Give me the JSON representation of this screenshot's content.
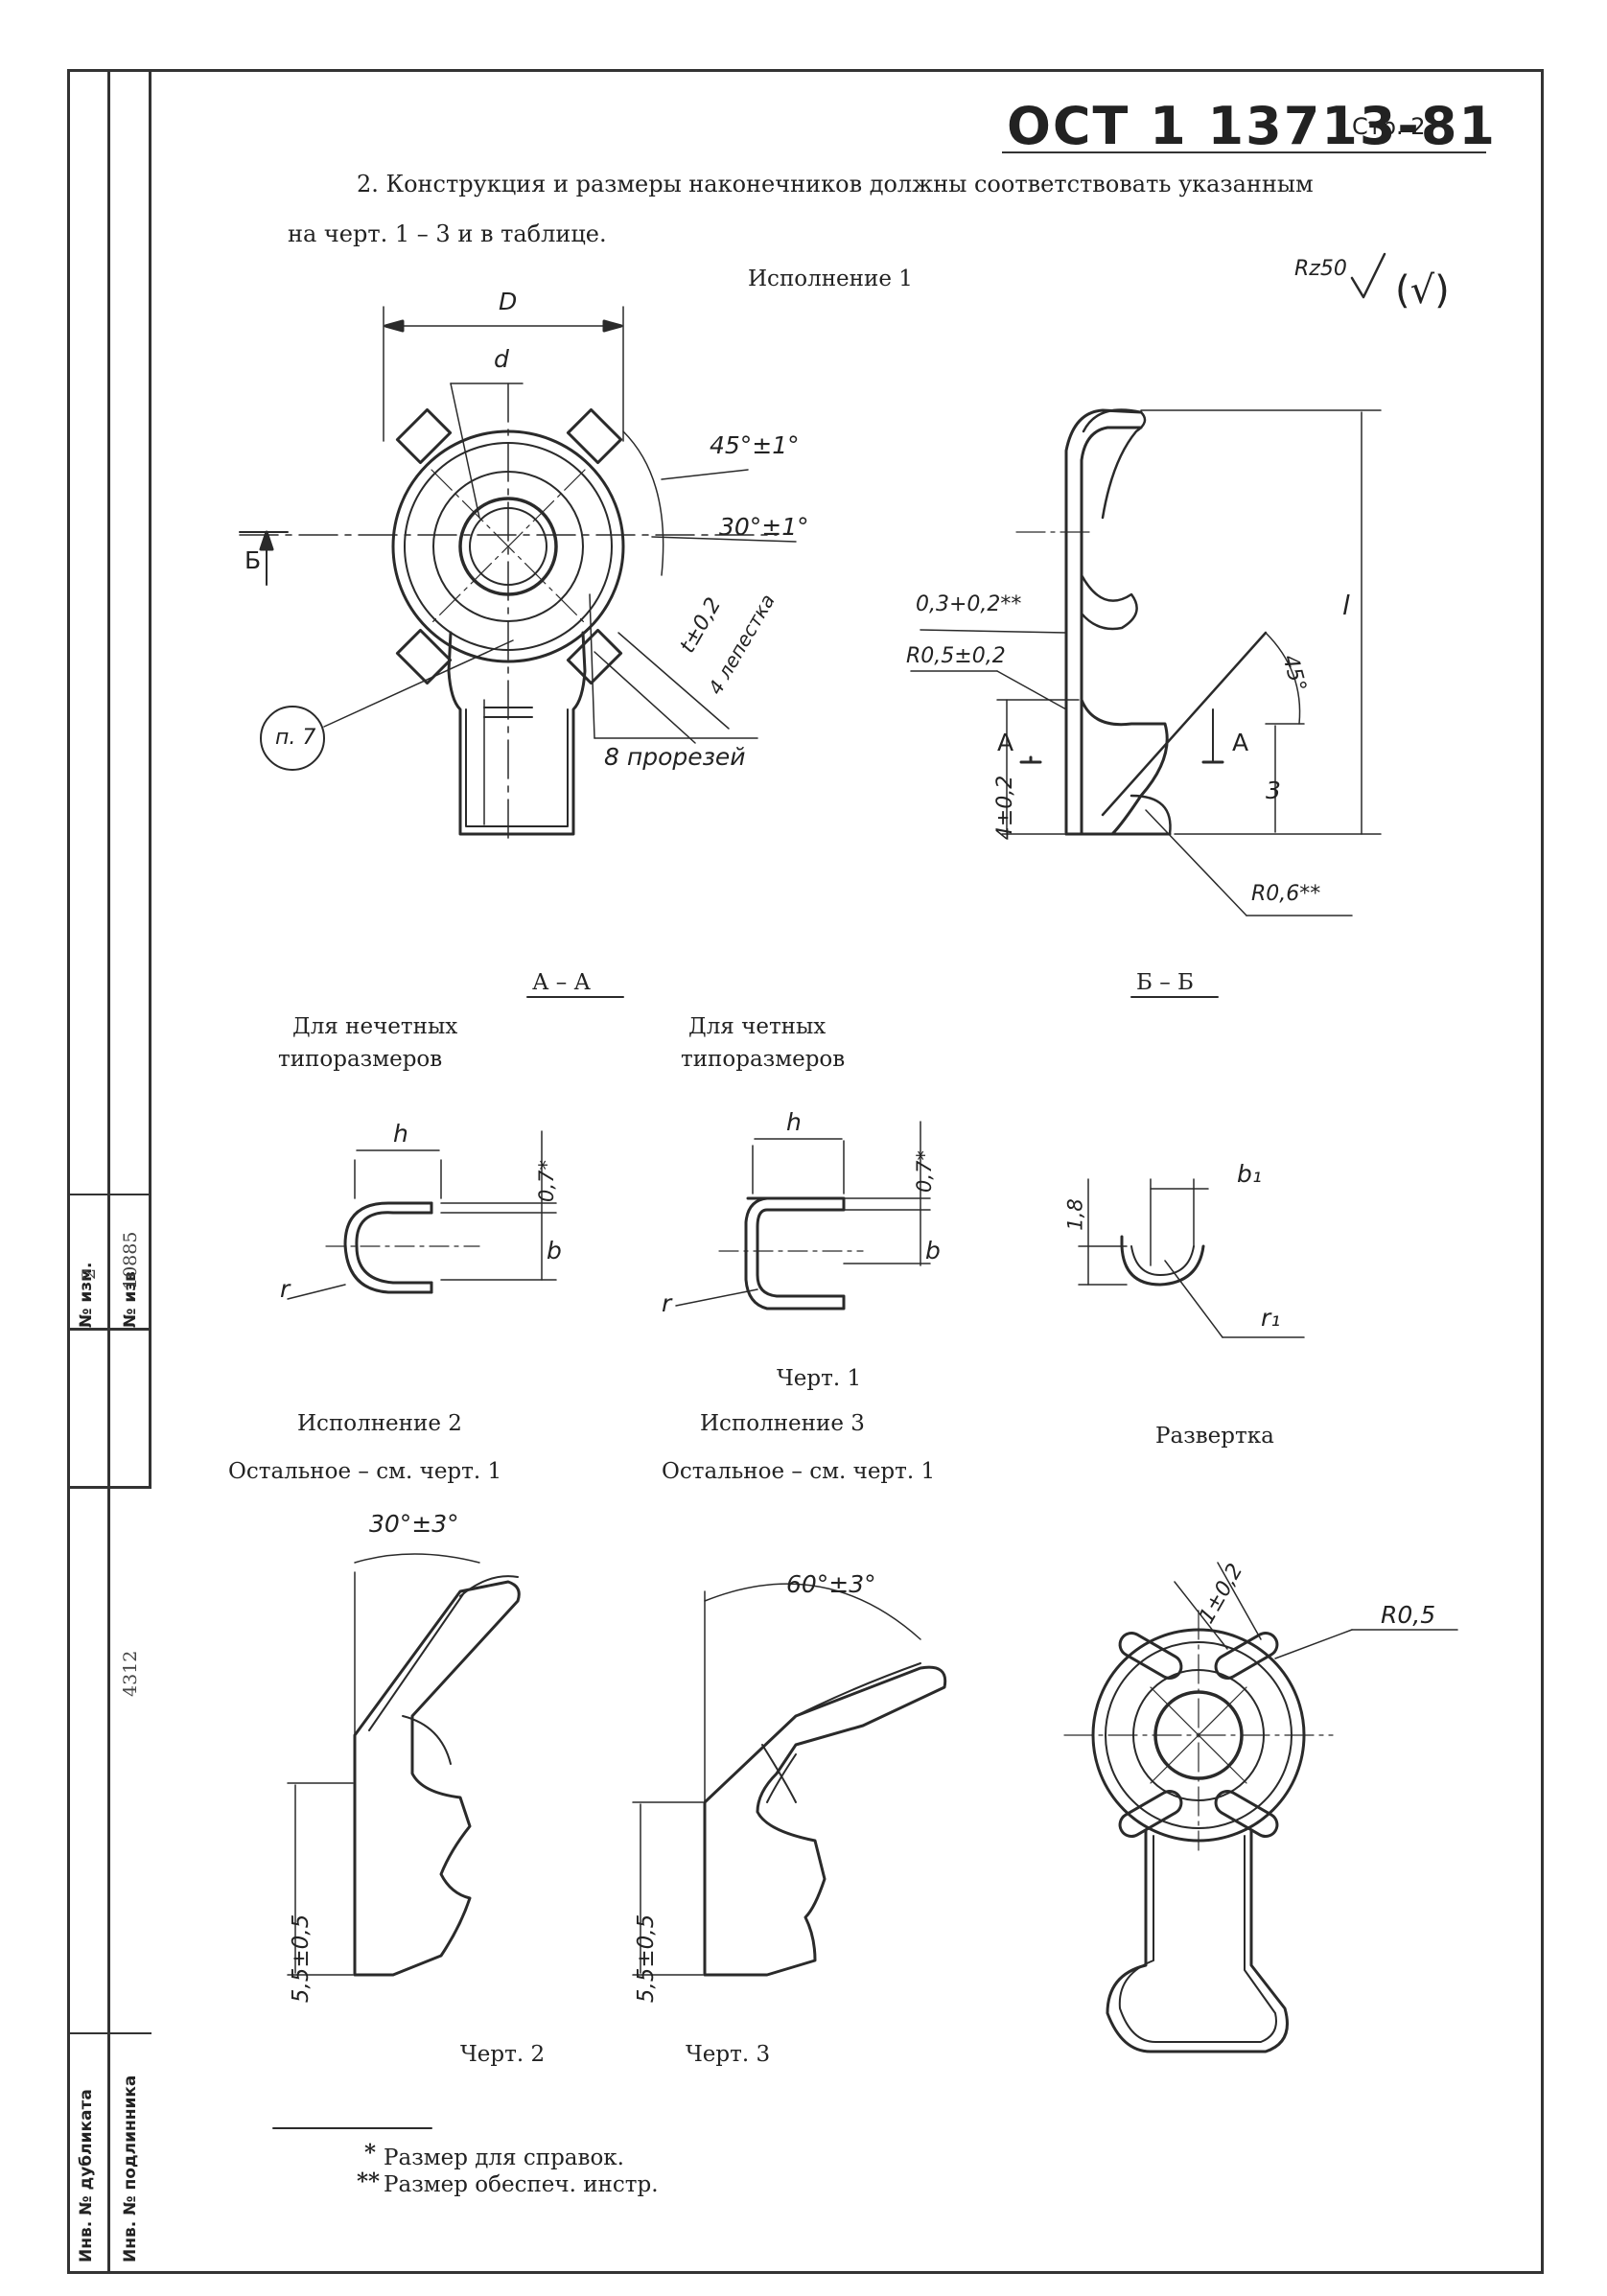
{
  "header": {
    "standard_code": "ОСТ 1 13713-81",
    "page_label": "Стр. 2"
  },
  "intro": {
    "line1": "2. Конструкция и размеры наконечников должны соответствовать указанным",
    "line2": "на черт. 1 – 3 и в таблице."
  },
  "roughness": {
    "mark": "Rz50",
    "check": "(√)"
  },
  "variant1": {
    "title": "Исполнение 1",
    "dims": {
      "D": "D",
      "d": "d",
      "angle45": "45°±1°",
      "angle30": "30°±1°",
      "t02": "t±0,2",
      "petals": "4 лепестка",
      "slots": "8 прорезей",
      "note_p7": "п. 7",
      "b_arrow": "Б",
      "thickness": "0,3+0,2**",
      "radius": "R0,5±0,2",
      "height": "4±0,2",
      "a_left": "А",
      "a_right": "А",
      "l": "l",
      "angle_side": "45°",
      "three": "3",
      "r06": "R0,6**"
    }
  },
  "sections": {
    "aa_title": "А – А",
    "bb_title": "Б – Б",
    "odd_caption_1": "Для нечетных",
    "odd_caption_2": "типоразмеров",
    "even_caption_1": "Для четных",
    "even_caption_2": "типоразмеров",
    "h1": "h",
    "h2": "h",
    "b1": "b",
    "b2": "b",
    "th1": "0,7*",
    "th2": "0,7*",
    "r1": "r",
    "r2": "r",
    "bb_18": "1,8",
    "bb_b1": "b₁",
    "bb_r1": "r₁",
    "fig1_caption": "Черт. 1"
  },
  "variant2": {
    "title": "Исполнение 2",
    "rest": "Остальное – см. черт. 1",
    "angle": "30°±3°",
    "height": "5,5±0,5",
    "caption": "Черт. 2"
  },
  "variant3": {
    "title": "Исполнение 3",
    "rest": "Остальное – см. черт. 1",
    "angle": "60°±3°",
    "height": "5,5±0,5",
    "caption": "Черт. 3"
  },
  "flat_pattern": {
    "title": "Развертка",
    "t02": "1±0,2",
    "radius": "R0,5"
  },
  "footnotes": {
    "star1": "*",
    "text1": "Размер для справок.",
    "star2": "**",
    "text2": "Размер обеспеч. инстр."
  },
  "side_stamp": {
    "izm_label": "№ изм.",
    "izm_value": "2",
    "izv_label": "№ изв",
    "izv_value": "10885",
    "inv_dup_label": "Инв. № дубликата",
    "inv_dup_value": "4312",
    "inv_orig_label": "Инв. № подлинника"
  }
}
